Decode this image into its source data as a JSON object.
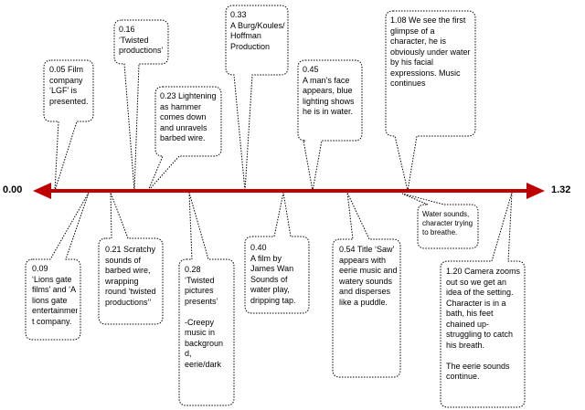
{
  "timeline": {
    "start_label": "0.00",
    "end_label": "1.32",
    "line_color": "#c00000"
  },
  "callouts": [
    {
      "id": "c005",
      "text": "0.05 Film company ‘LGF’ is presented."
    },
    {
      "id": "c016",
      "text": "0.16\n‘Twisted productions’"
    },
    {
      "id": "c023",
      "text": "0.23 Lightening as hammer comes down and unravels barbed wire."
    },
    {
      "id": "c033",
      "text": "0.33\nA Burg/Koules/ Hoffman Production"
    },
    {
      "id": "c045",
      "text": "0.45\nA man’s face appears, blue lighting shows he is in water."
    },
    {
      "id": "c108",
      "text": "1.08 We see the first glimpse of a character, he is obviously under water by his facial expressions. Music continues"
    },
    {
      "id": "cwater",
      "text": "Water sounds, character trying to breathe."
    },
    {
      "id": "c009",
      "text": "0.09\n‘Lions gate films’ and ‘A lions gate entertainmen t company."
    },
    {
      "id": "c021",
      "text": "0.21 Scratchy sounds of barbed wire, wrapping round ‘twisted productions’’"
    },
    {
      "id": "c028",
      "text": "0.28\n‘Twisted pictures presents’\n\n-Creepy music in backgroun d, eerie/dark"
    },
    {
      "id": "c040",
      "text": "0.40\nA film by James Wan Sounds of water play, dripping tap."
    },
    {
      "id": "c054",
      "text": "0.54 Title ‘Saw’ appears with eerie music and watery sounds and disperses like a puddle."
    },
    {
      "id": "c120",
      "text": "1.20 Camera zooms out so we get an idea of the setting. Character is in a bath, his feet chained up- struggling to catch his breath.\n\nThe eerie sounds continue."
    }
  ]
}
